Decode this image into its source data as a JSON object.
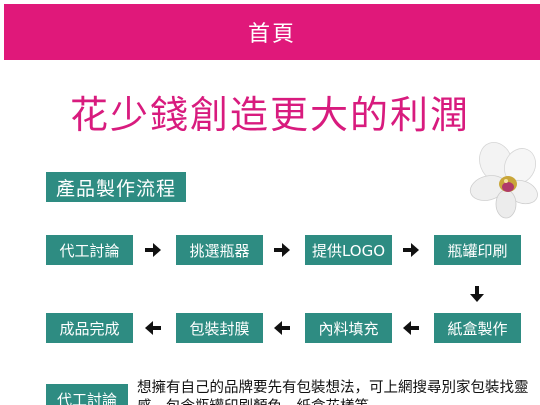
{
  "colors": {
    "header_bg": "#e0187a",
    "headline": "#d81b7e",
    "teal": "#2e8c82",
    "arrow": "#111111"
  },
  "header": {
    "title": "首頁"
  },
  "headline": "花少錢創造更大的利潤",
  "section": {
    "title": "產品製作流程",
    "decor_icon": "orchid-flower-icon"
  },
  "process": {
    "steps": [
      "代工討論",
      "挑選瓶器",
      "提供LOGO",
      "瓶罐印刷",
      "紙盒製作",
      "內料填充",
      "包裝封膜",
      "成品完成"
    ],
    "arrows": [
      "right",
      "right",
      "right",
      "down",
      "left",
      "left",
      "left"
    ]
  },
  "intro": {
    "tag": "代工討論",
    "text": "想擁有自己的品牌要先有包裝想法，可上網搜尋別家包裝找靈感，包含瓶罐印刷顏色、紙盒花樣等。"
  }
}
